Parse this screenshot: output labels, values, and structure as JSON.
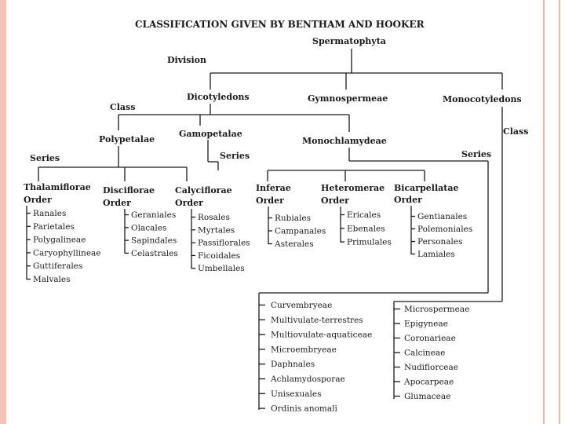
{
  "title": "CLASSIFICATION GIVEN BY BENTHAM AND HOOKER",
  "labels": {
    "division": "Division",
    "class_dicot": "Class",
    "class_mono": "Class",
    "series_dicot": "Series",
    "series_gamo": "Series",
    "series_mono": "Series"
  },
  "root": "Spermatophyta",
  "divisions": {
    "dicot": "Dicotyledons",
    "gymno": "Gymnospermeae",
    "mono": "Monocotyledons"
  },
  "classes": {
    "poly": "Polypetalae",
    "gamo": "Gamopetalae",
    "monochlamy": "Monochlamydeae"
  },
  "series": [
    {
      "name": "Thalamiflorae",
      "order": "Order",
      "orders": [
        "Ranales",
        "Parietales",
        "Polygalineae",
        "Caryophyllineae",
        "Guttiferales",
        "Malvales"
      ]
    },
    {
      "name": "Disciflorae",
      "order": "Order",
      "orders": [
        "Geraniales",
        "Olacales",
        "Sapindales",
        "Celastrales"
      ]
    },
    {
      "name": "Calyciflorae",
      "order": "Order",
      "orders": [
        "Rosales",
        "Myrtales",
        "Passiflorales",
        "Ficoidales",
        "Umbellales"
      ]
    },
    {
      "name": "Inferae",
      "order": "Order",
      "orders": [
        "Rubiales",
        "Campanales",
        "Asterales"
      ]
    },
    {
      "name": "Heteromerae",
      "order": "Order",
      "orders": [
        "Ericales",
        "Ebenales",
        "Primulales"
      ]
    },
    {
      "name": "Bicarpellatae",
      "order": "Order",
      "orders": [
        "Gentianales",
        "Polemoniales",
        "Personales",
        "Lamiales"
      ]
    }
  ],
  "monochlamydeae_series": [
    "Curvembryeae",
    "Multivulate-terrestres",
    "Multiovulate-aquaticeae",
    "Microembryeae",
    "Daphnales",
    "Achlamydosporae",
    "Unisexuales",
    "Ordinis anomali"
  ],
  "monocot_series": [
    "Microspermeae",
    "Epigyneae",
    "Coronarieae",
    "Calcineae",
    "Nudiflorceae",
    "Apocarpeae",
    "Glumaceae"
  ]
}
